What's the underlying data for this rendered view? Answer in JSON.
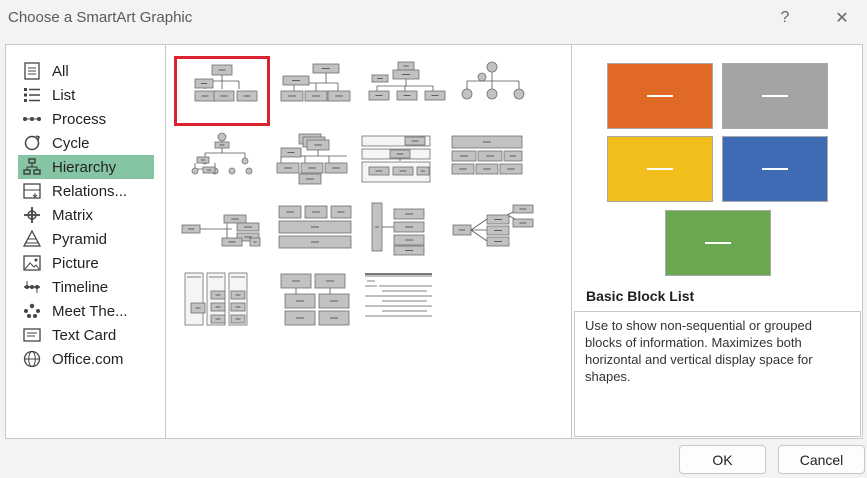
{
  "window": {
    "title": "Choose a SmartArt Graphic",
    "help_glyph": "?",
    "close_glyph": "✕"
  },
  "categories": [
    {
      "label": "All",
      "icon": "all-icon"
    },
    {
      "label": "List",
      "icon": "list-icon"
    },
    {
      "label": "Process",
      "icon": "process-icon"
    },
    {
      "label": "Cycle",
      "icon": "cycle-icon"
    },
    {
      "label": "Hierarchy",
      "icon": "hierarchy-icon",
      "selected": true
    },
    {
      "label": "Relations...",
      "icon": "relationship-icon"
    },
    {
      "label": "Matrix",
      "icon": "matrix-icon"
    },
    {
      "label": "Pyramid",
      "icon": "pyramid-icon"
    },
    {
      "label": "Picture",
      "icon": "picture-icon"
    },
    {
      "label": "Timeline",
      "icon": "timeline-icon"
    },
    {
      "label": "Meet The...",
      "icon": "meet-the-team-icon"
    },
    {
      "label": "Text Card",
      "icon": "text-card-icon"
    },
    {
      "label": "Office.com",
      "icon": "globe-icon"
    }
  ],
  "gallery": {
    "selected_index": 0,
    "layouts": [
      "organization-chart",
      "picture-org-chart",
      "name-and-title-org-chart",
      "circle-picture-hierarchy",
      "hierarchy",
      "labeled-hierarchy",
      "table-hierarchy",
      "architecture-layout",
      "horizontal-hierarchy",
      "half-circle-org-chart",
      "horizontal-labeled-hierarchy",
      "horizontal-multi-level-hierarchy",
      "lined-list",
      "hierarchy-list",
      "text-hierarchy"
    ]
  },
  "preview": {
    "title": "Basic Block List",
    "description": "Use to show non-sequential or grouped blocks of information. Maximizes both horizontal and vertical display space for shapes.",
    "swatches": [
      {
        "name": "orange",
        "color": "#e06a25"
      },
      {
        "name": "gray",
        "color": "#a4a4a4"
      },
      {
        "name": "gold",
        "color": "#f2be1b"
      },
      {
        "name": "blue",
        "color": "#3f6bb4"
      },
      {
        "name": "green",
        "color": "#6aa84f"
      }
    ]
  },
  "buttons": {
    "ok": "OK",
    "cancel": "Cancel"
  },
  "colors": {
    "selection": "#86c5a3",
    "highlight_border": "#d9232e"
  }
}
